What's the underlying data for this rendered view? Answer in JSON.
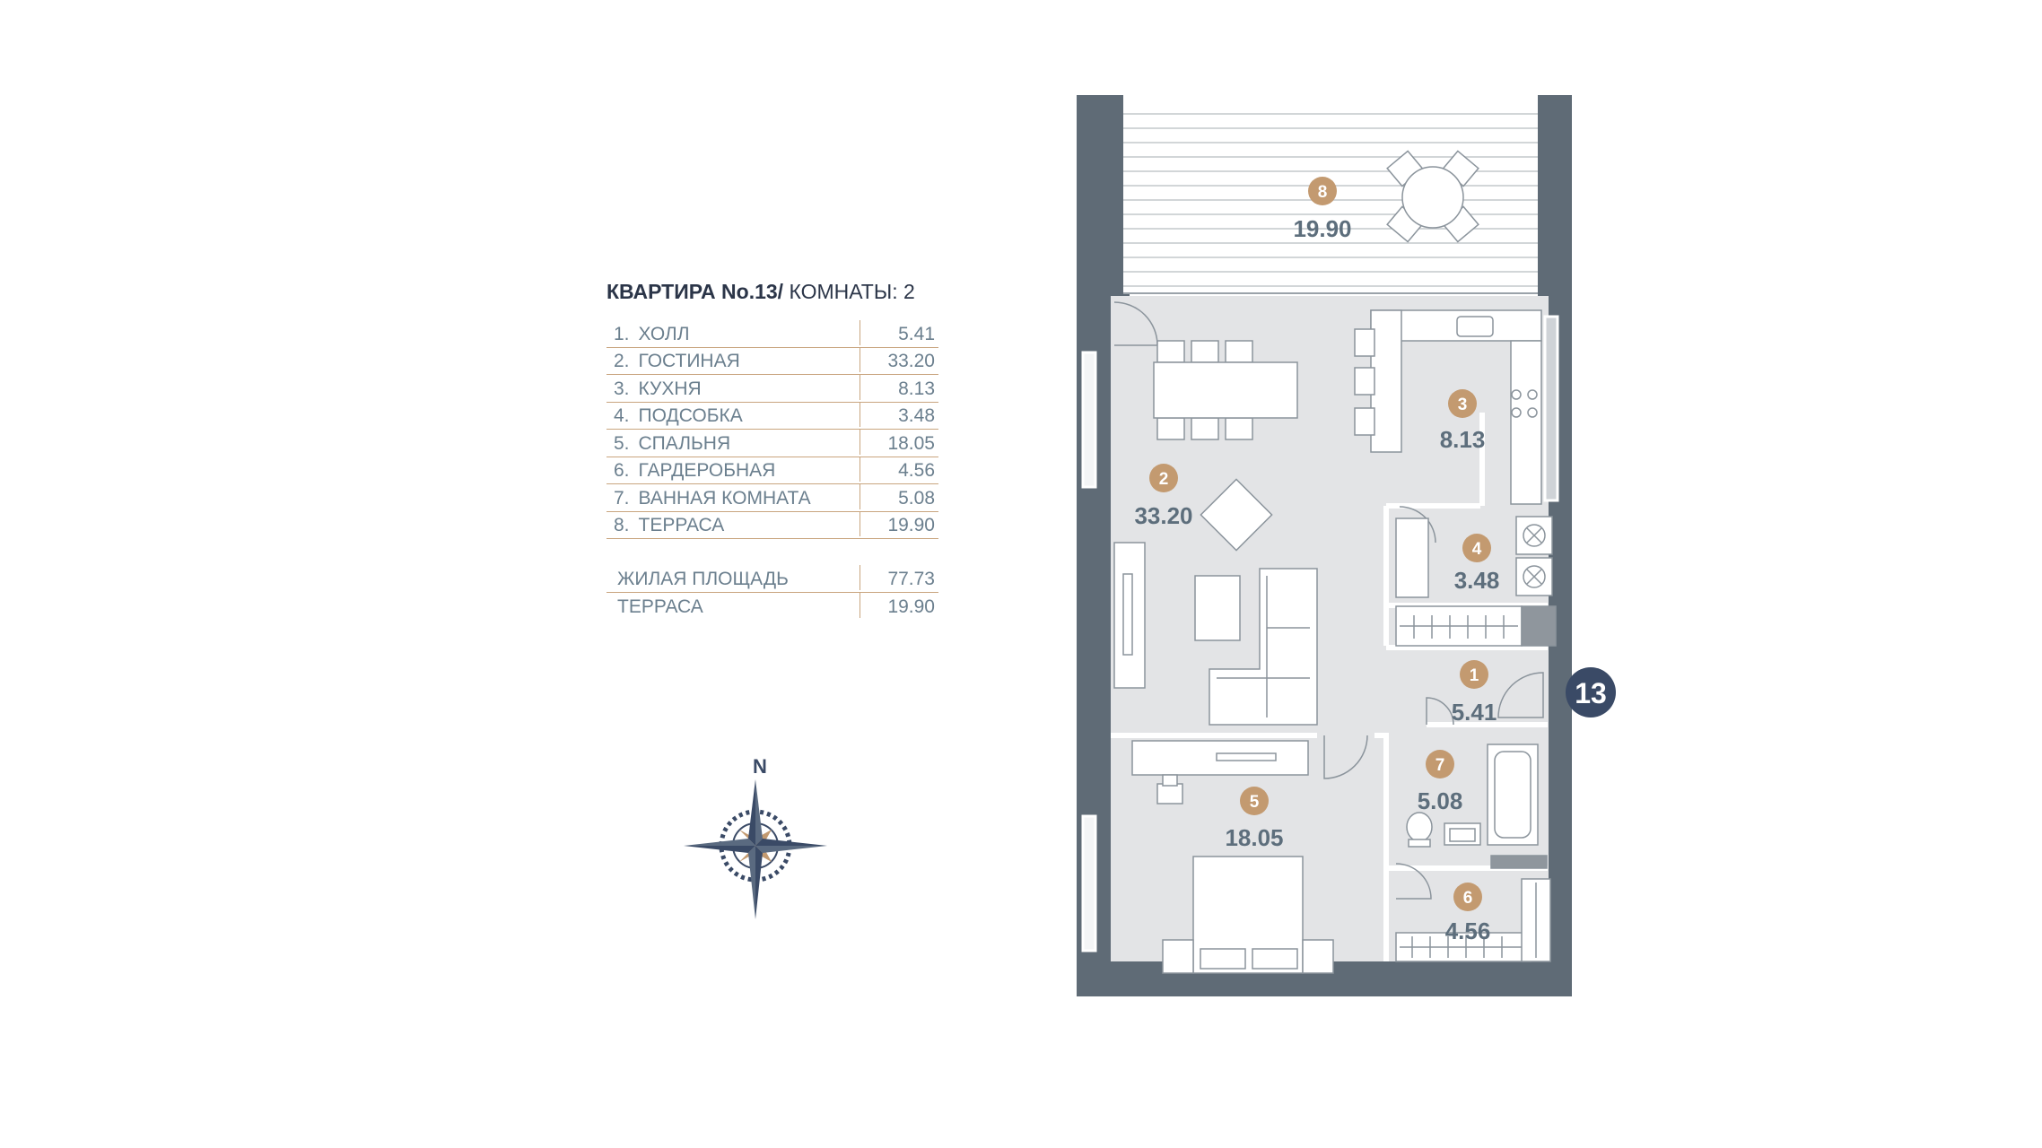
{
  "header": {
    "apartment": "КВАРТИРА No.13/",
    "rooms_label": "КОМНАТЫ: 2"
  },
  "rooms": [
    {
      "num": "1.",
      "name": "ХОЛЛ",
      "area": "5.41"
    },
    {
      "num": "2.",
      "name": "ГОСТИНАЯ",
      "area": "33.20"
    },
    {
      "num": "3.",
      "name": "КУХНЯ",
      "area": "8.13"
    },
    {
      "num": "4.",
      "name": "ПОДСОБКА",
      "area": "3.48"
    },
    {
      "num": "5.",
      "name": "СПАЛЬНЯ",
      "area": "18.05"
    },
    {
      "num": "6.",
      "name": "ГАРДЕРОБНАЯ",
      "area": "4.56"
    },
    {
      "num": "7.",
      "name": "ВАННАЯ КОМНАТА",
      "area": "5.08"
    },
    {
      "num": "8.",
      "name": "ТЕРРАСА",
      "area": "19.90"
    }
  ],
  "totals": [
    {
      "label": "ЖИЛАЯ ПЛОЩАДЬ",
      "value": "77.73"
    },
    {
      "label": "ТЕРРАСА",
      "value": "19.90"
    }
  ],
  "plan_labels": [
    {
      "num": "1",
      "area": "5.41"
    },
    {
      "num": "2",
      "area": "33.20"
    },
    {
      "num": "3",
      "area": "8.13"
    },
    {
      "num": "4",
      "area": "3.48"
    },
    {
      "num": "5",
      "area": "18.05"
    },
    {
      "num": "6",
      "area": "4.56"
    },
    {
      "num": "7",
      "area": "5.08"
    },
    {
      "num": "8",
      "area": "19.90"
    }
  ],
  "apartment_badge": "13",
  "compass": {
    "north_label": "N"
  },
  "colors": {
    "wall": "#5f6b76",
    "floor": "#e3e4e6",
    "badge": "#c39a70",
    "text_dark": "#2b3548",
    "text_muted": "#6b7f8e",
    "apartment_badge": "#3a4a66"
  }
}
